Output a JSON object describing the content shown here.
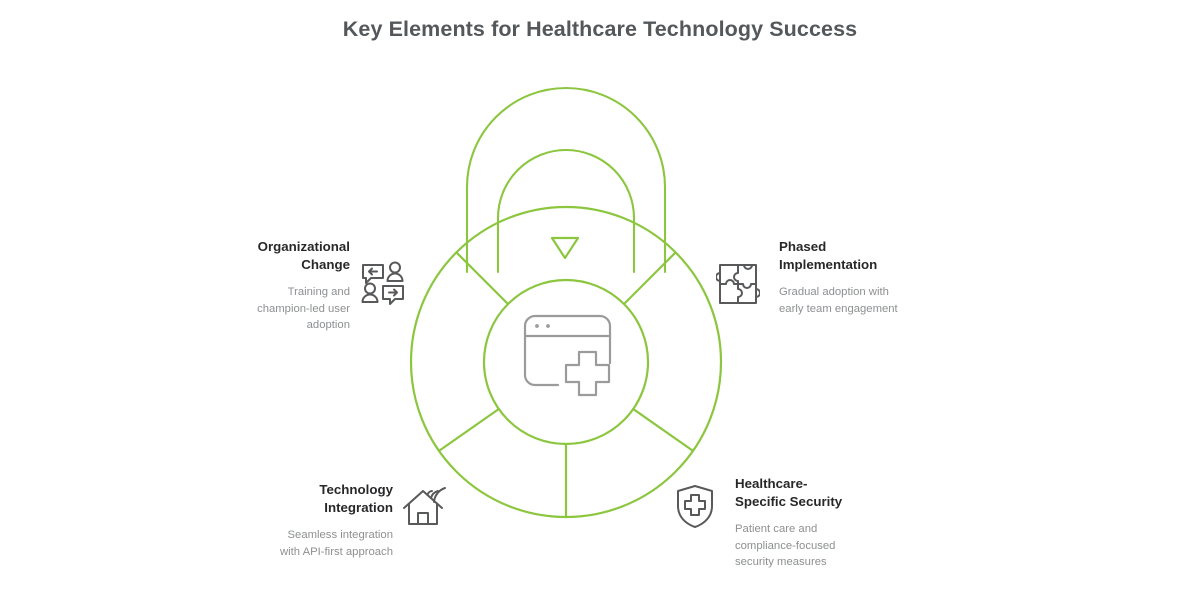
{
  "title": "Key Elements for Healthcare Technology Success",
  "colors": {
    "accent_green": "#8CC63F",
    "accent_green_light": "#9ACD32",
    "title_gray": "#55585A",
    "heading_black": "#28282A",
    "body_gray": "#8D8F91",
    "icon_gray": "#58595B",
    "center_icon_gray": "#9B9B9B",
    "background": "#FFFFFF"
  },
  "center": {
    "icon": "browser-window-medical-cross-icon"
  },
  "lock": {
    "shape": "padlock",
    "marker_icon": "triangle-down-icon"
  },
  "elements": [
    {
      "id": "organizational-change",
      "heading": "Organizational\nChange",
      "heading_line1": "Organizational",
      "heading_line2": "Change",
      "body": "Training and champion-led user adoption",
      "icon": "people-chat-exchange-icon",
      "position": "top-left"
    },
    {
      "id": "phased-implementation",
      "heading": "Phased\nImplementation",
      "heading_line1": "Phased",
      "heading_line2": "Implementation",
      "body": "Gradual adoption with early team engagement",
      "icon": "puzzle-pieces-icon",
      "position": "top-right"
    },
    {
      "id": "technology-integration",
      "heading": "Technology\nIntegration",
      "heading_line1": "Technology",
      "heading_line2": "Integration",
      "body": "Seamless integration with API-first approach",
      "icon": "smart-home-wifi-icon",
      "position": "bottom-left"
    },
    {
      "id": "healthcare-specific-security",
      "heading": "Healthcare-\nSpecific Security",
      "heading_line1": "Healthcare-",
      "heading_line2": "Specific Security",
      "body": "Patient care and compliance-focused security measures",
      "icon": "shield-medical-cross-icon",
      "position": "bottom-right"
    }
  ],
  "chart_data": {
    "type": "diagram",
    "subtype": "padlock-donut-4-segment",
    "title": "Key Elements for Healthcare Technology Success",
    "segment_count": 4,
    "categories": [
      "Organizational Change",
      "Phased Implementation",
      "Technology Integration",
      "Healthcare-Specific Security"
    ],
    "descriptions": [
      "Training and champion-led user adoption",
      "Gradual adoption with early team engagement",
      "Seamless integration with API-first approach",
      "Patient care and compliance-focused security measures"
    ],
    "center_label": "browser-window-medical-cross-icon",
    "legend": "none",
    "grid": false
  }
}
